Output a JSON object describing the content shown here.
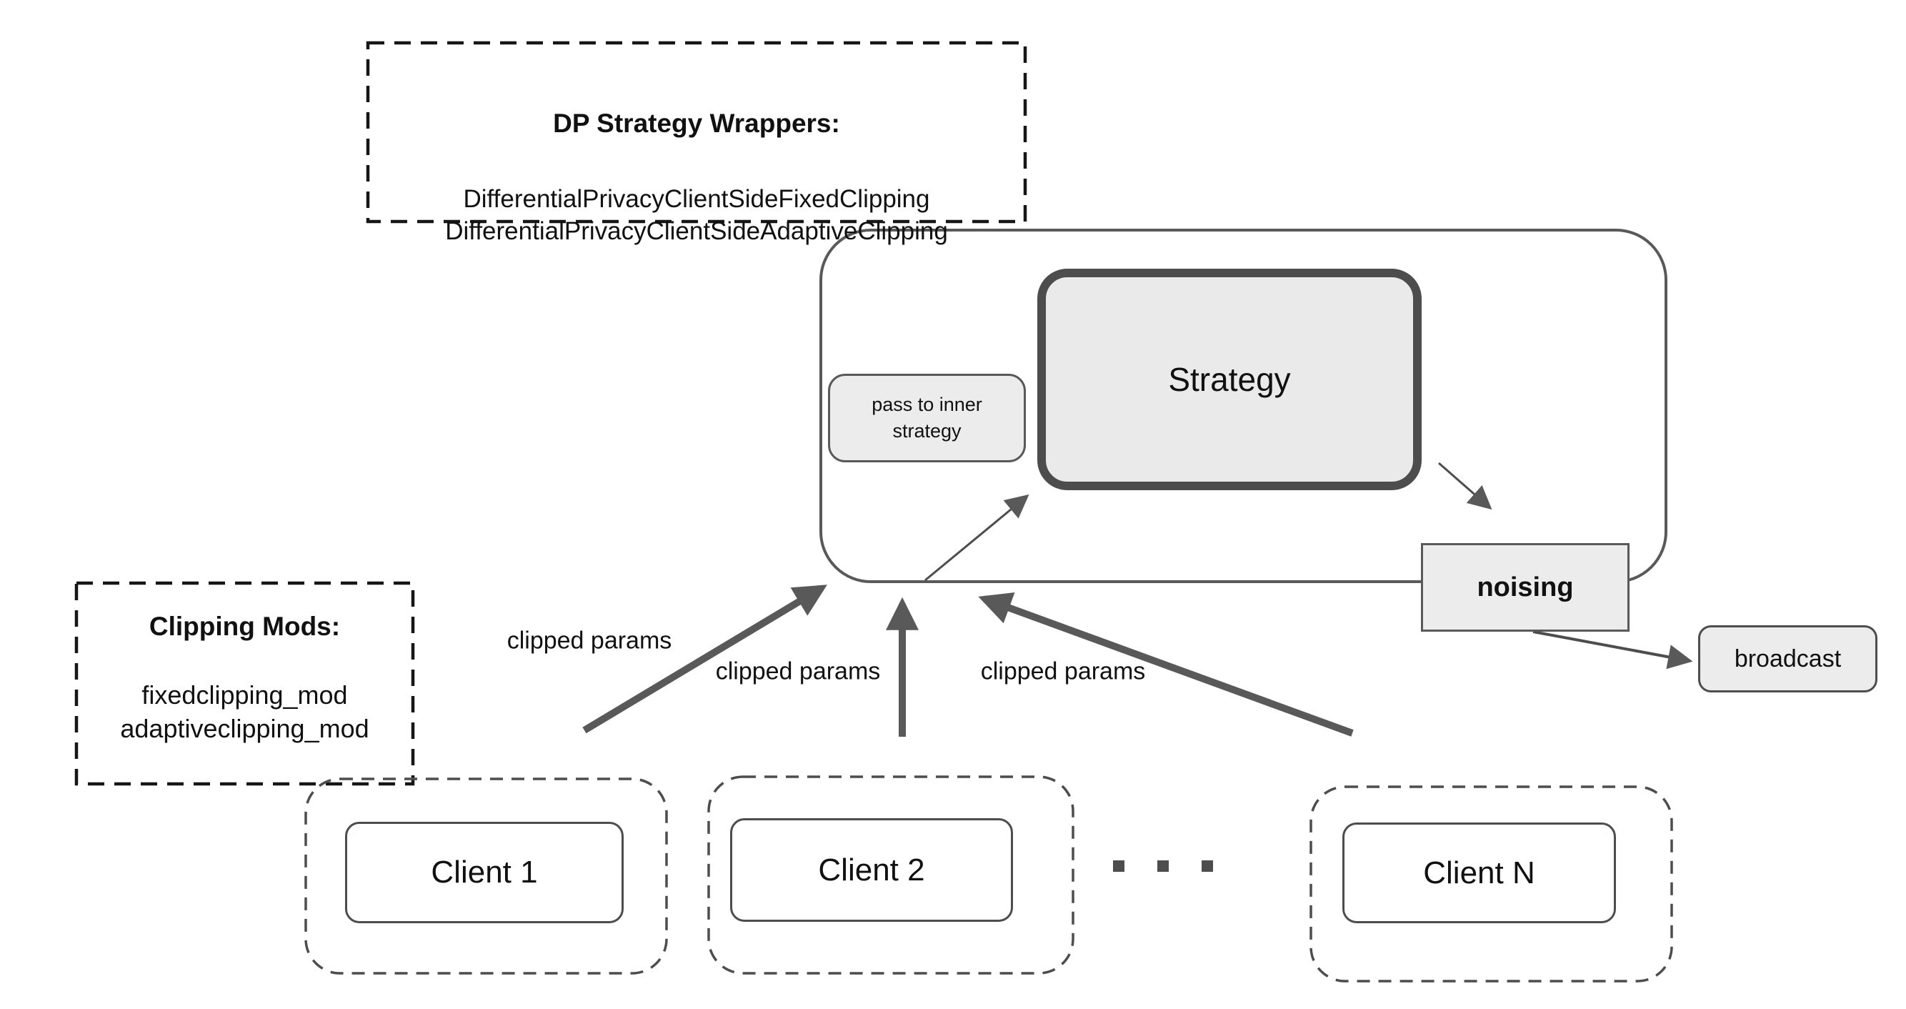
{
  "colors": {
    "canvas-bg": "#ffffff",
    "dash-black": "#161616",
    "outline-gray": "#595959",
    "strategy-border": "#4d4d4d",
    "client-border": "#4d4d4d",
    "arrow-gray": "#595959",
    "box-fill": "#ececec",
    "strategy-fill": "#eaeaea",
    "text-black": "#111111"
  },
  "dp_wrappers_box": {
    "title": "DP Strategy Wrappers:",
    "lines": [
      "DifferentialPrivacyClientSideFixedClipping",
      "DifferentialPrivacyClientSideAdaptiveClipping"
    ]
  },
  "clipping_mods_box": {
    "title": "Clipping Mods:",
    "lines": [
      "fixedclipping_mod",
      "adaptiveclipping_mod"
    ]
  },
  "server_box": {
    "pass_to_inner": {
      "line1": "pass to inner",
      "line2": "strategy"
    },
    "strategy_label": "Strategy",
    "noising_label": "noising"
  },
  "broadcast_label": "broadcast",
  "flow_labels": [
    {
      "text": "clipped params"
    },
    {
      "text": "clipped params"
    },
    {
      "text": "clipped params"
    }
  ],
  "clients": [
    {
      "label": "Client 1"
    },
    {
      "label": "Client 2"
    },
    {
      "label": "Client N"
    }
  ]
}
